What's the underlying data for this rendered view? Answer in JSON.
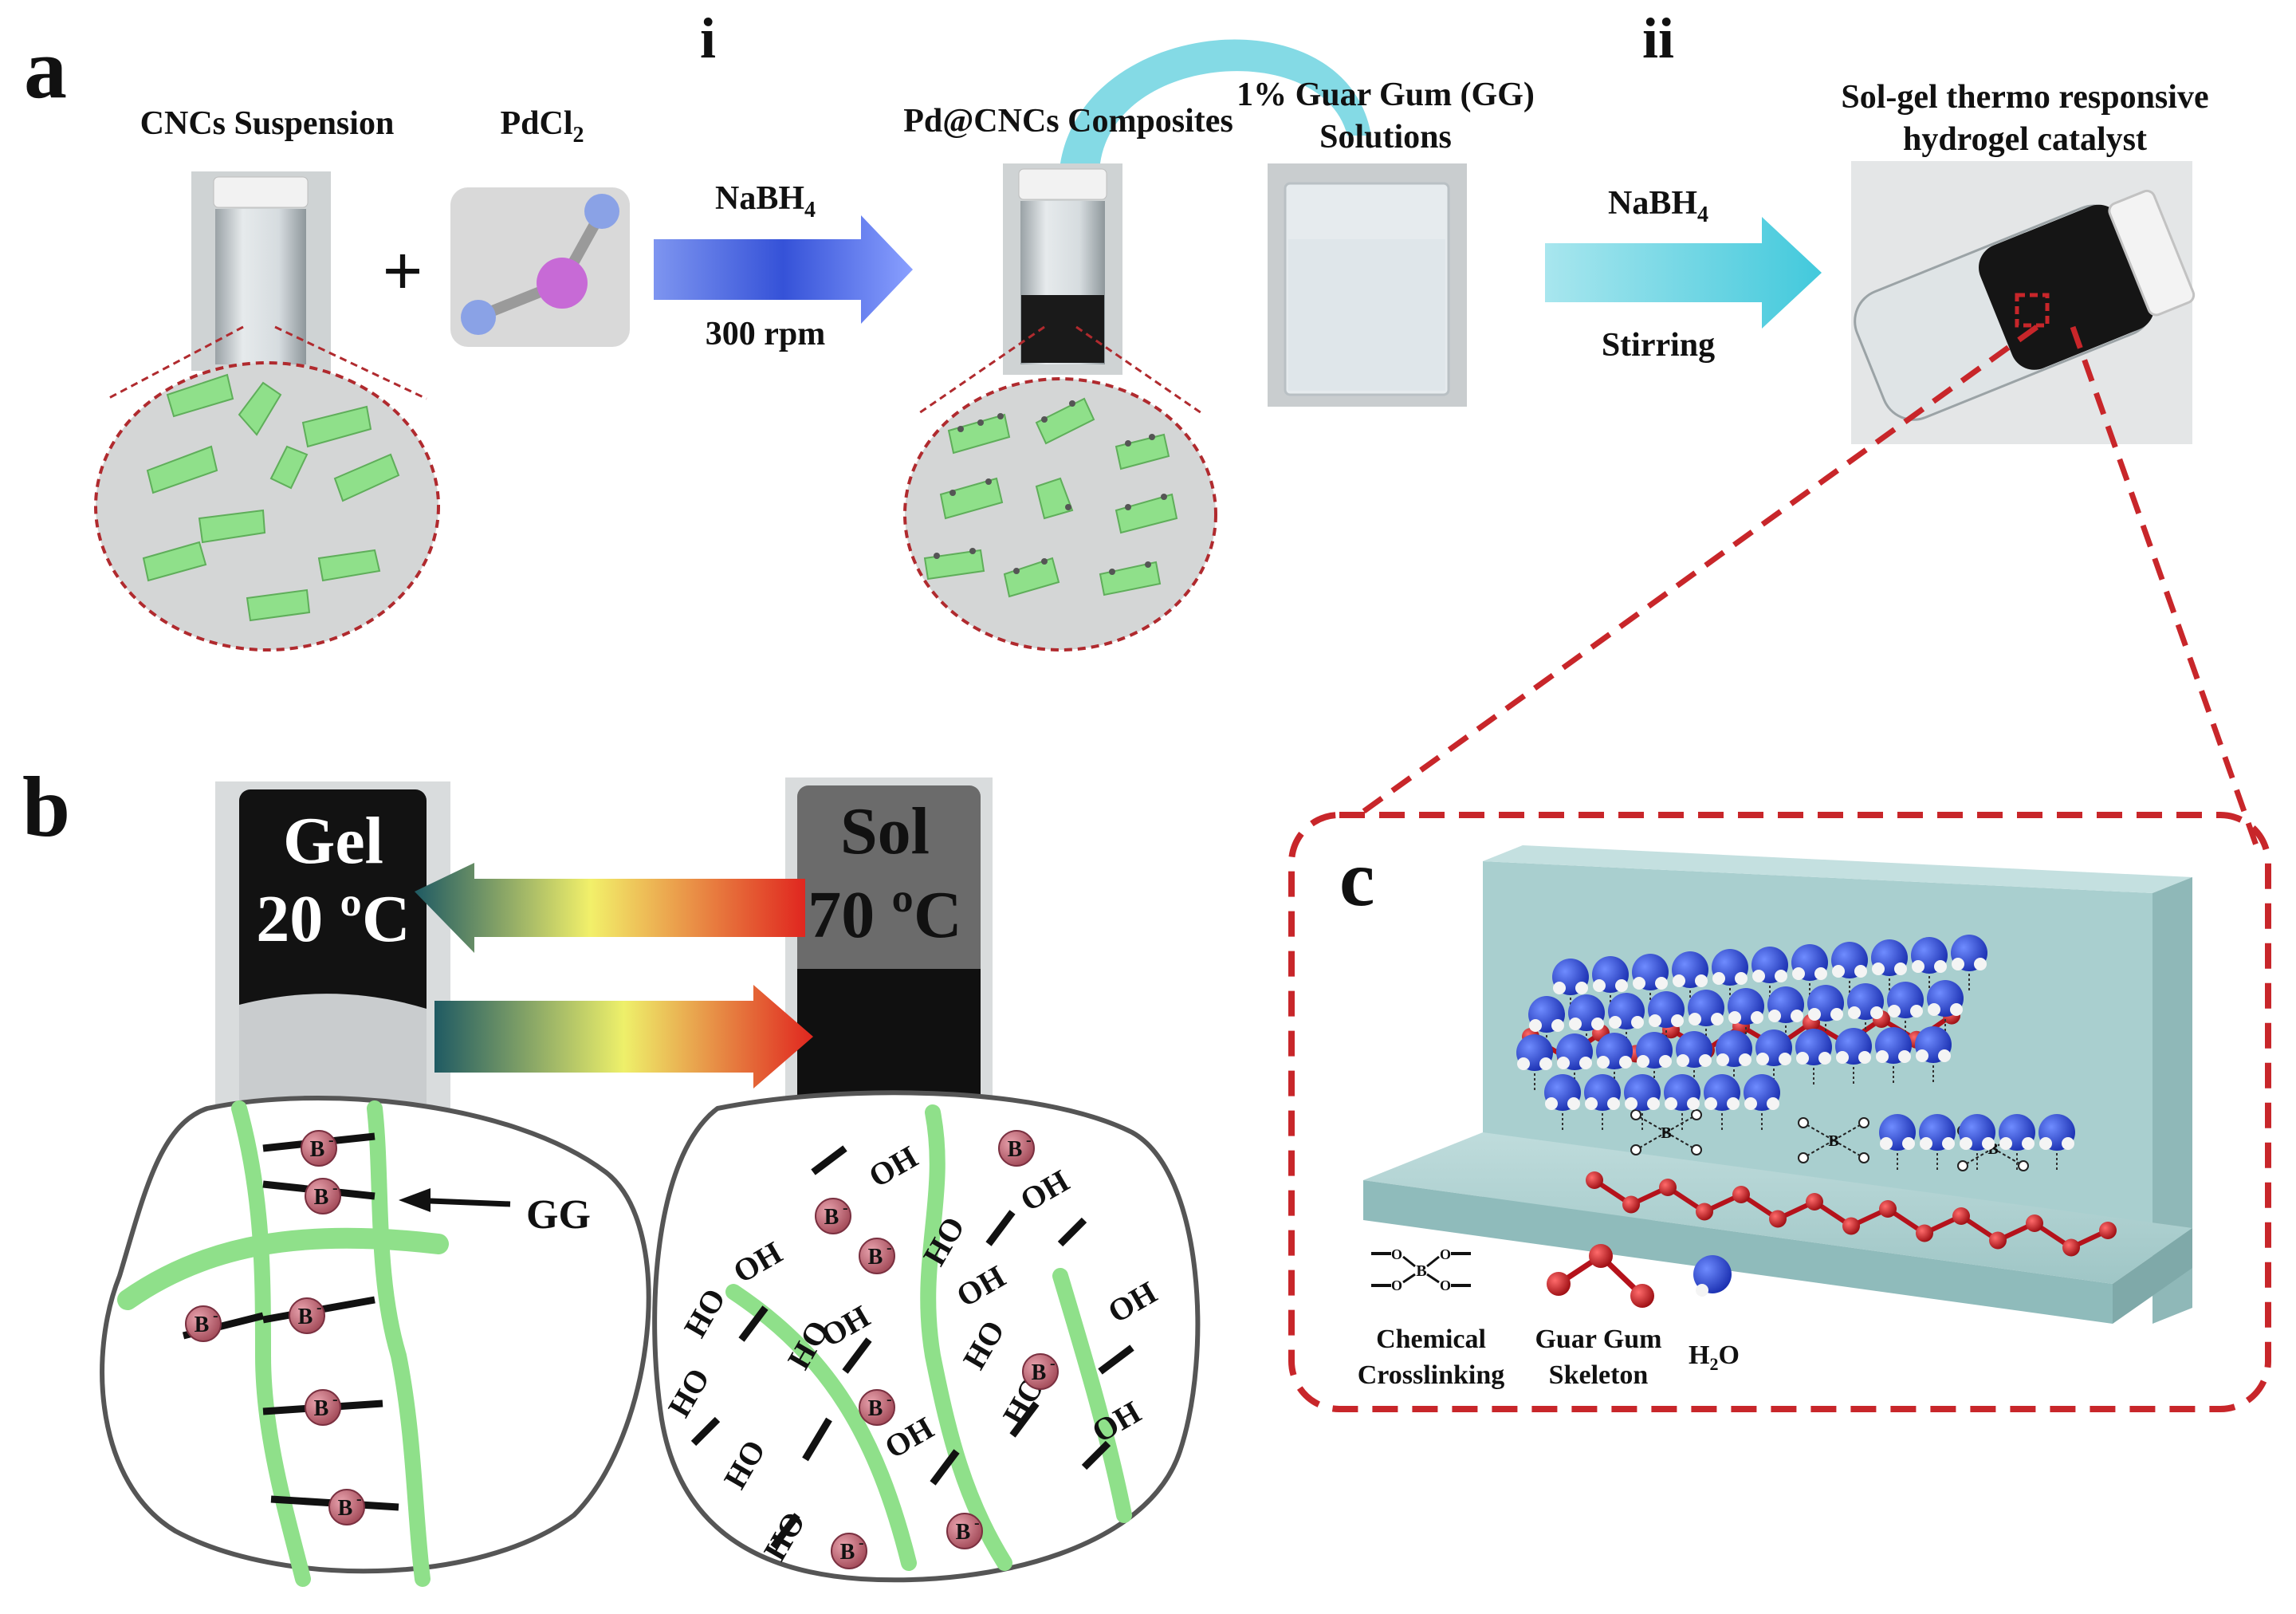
{
  "panels": {
    "a": "a",
    "b": "b",
    "c": "c"
  },
  "steps": {
    "i": "i",
    "ii": "ii"
  },
  "panel_a": {
    "cncs_suspension": "CNCs Suspension",
    "pdcl2_main": "PdCl",
    "pdcl2_sub": "2",
    "plus": "+",
    "nabh4_1_main": "NaBH",
    "nabh4_1_sub": "4",
    "rpm": "300 rpm",
    "pd_cncs": "Pd@CNCs Composites",
    "gg_line1": "1% Guar Gum (GG)",
    "gg_line2": "Solutions",
    "nabh4_2_main": "NaBH",
    "nabh4_2_sub": "4",
    "stirring": "Stirring",
    "product_line1": "Sol-gel thermo responsive",
    "product_line2": "hydrogel catalyst"
  },
  "panel_b": {
    "gel_word": "Gel",
    "gel_temp": "20 ºC",
    "sol_word": "Sol",
    "sol_temp": "70 ºC",
    "gg_pointer": "GG",
    "borate": "B",
    "borate_sup": "-",
    "oh": "OH",
    "ho": "HO"
  },
  "panel_c": {
    "legend_crosslink_1": "Chemical",
    "legend_crosslink_2": "Crosslinking",
    "legend_skeleton_1": "Guar Gum",
    "legend_skeleton_2": "Skeleton",
    "legend_water_main": "H",
    "legend_water_sub": "2",
    "legend_water_end": "O",
    "boron_label": "B",
    "oxygen_label": "O"
  },
  "colors": {
    "cnc_green": "#8fe08a",
    "pd_blue": "#3b5fd6",
    "arrow_cyan": "#5fd0e0",
    "zoom_red": "#c8262a",
    "borate_pink": "#c46a7a",
    "skeleton_red": "#b5121b",
    "water_blue": "#1f3fc8",
    "slab": "#a9cfcf"
  }
}
